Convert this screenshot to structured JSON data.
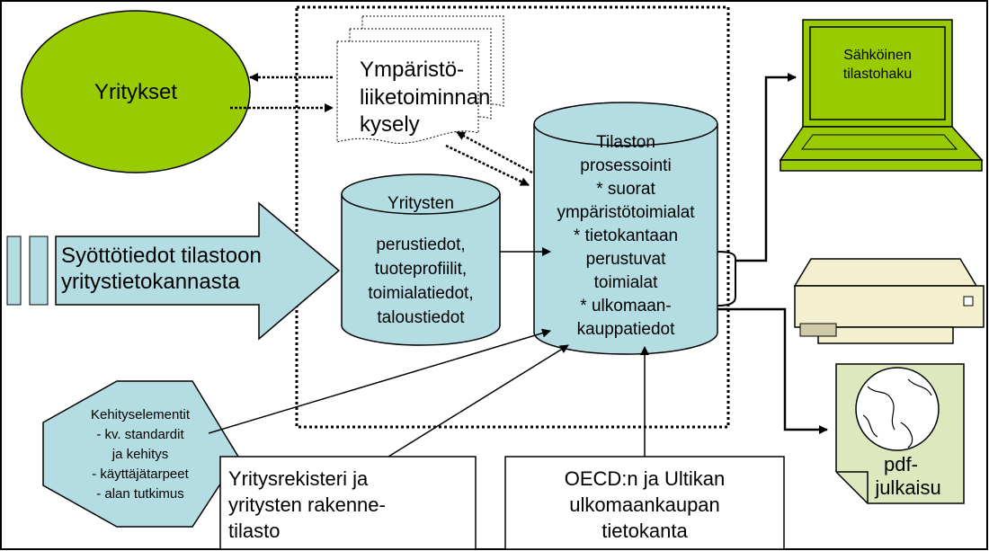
{
  "colors": {
    "companies_fill": "#99cc00",
    "db_fill": "#b3dde2",
    "arrow_fill": "#b3dde2",
    "hexagon_fill": "#b3dde2",
    "laptop_fill": "#99cc00",
    "pdf_fill": "#dde8bf",
    "printer_fill": "#f3efcf",
    "line": "#000000"
  },
  "companies": {
    "label": "Yritykset"
  },
  "survey": {
    "lines": [
      "Ympäristö-",
      "liiketoiminnan",
      "kysely"
    ]
  },
  "company_db": {
    "title": "Yritysten",
    "lines": [
      "perustiedot,",
      "tuoteprofiilit,",
      "toimialatiedot,",
      "taloustiedot"
    ]
  },
  "processing_db": {
    "lines": [
      "Tilaston",
      "prosessointi",
      "* suorat",
      "ympäristötoimialat",
      "* tietokantaan",
      "perustuvat",
      "toimialat",
      "* ulkomaan-",
      "kauppatiedot"
    ]
  },
  "input_arrow": {
    "lines": [
      "Syöttötiedot tilastoon",
      "yritystietokannasta"
    ]
  },
  "laptop": {
    "lines": [
      "Sähköinen",
      "tilastohaku"
    ]
  },
  "pdf": {
    "lines": [
      "pdf-",
      "julkaisu"
    ]
  },
  "development": {
    "lines": [
      "Kehityselementit",
      "- kv. standardit",
      "ja kehitys",
      "- käyttäjätarpeet",
      "- alan tutkimus"
    ]
  },
  "register_box": {
    "lines": [
      "Yritysrekisteri ja",
      "yritysten rakenne-",
      "tilasto"
    ]
  },
  "oecd_box": {
    "lines": [
      "OECD:n ja Ultikan",
      "ulkomaankaupan",
      "tietokanta"
    ]
  }
}
